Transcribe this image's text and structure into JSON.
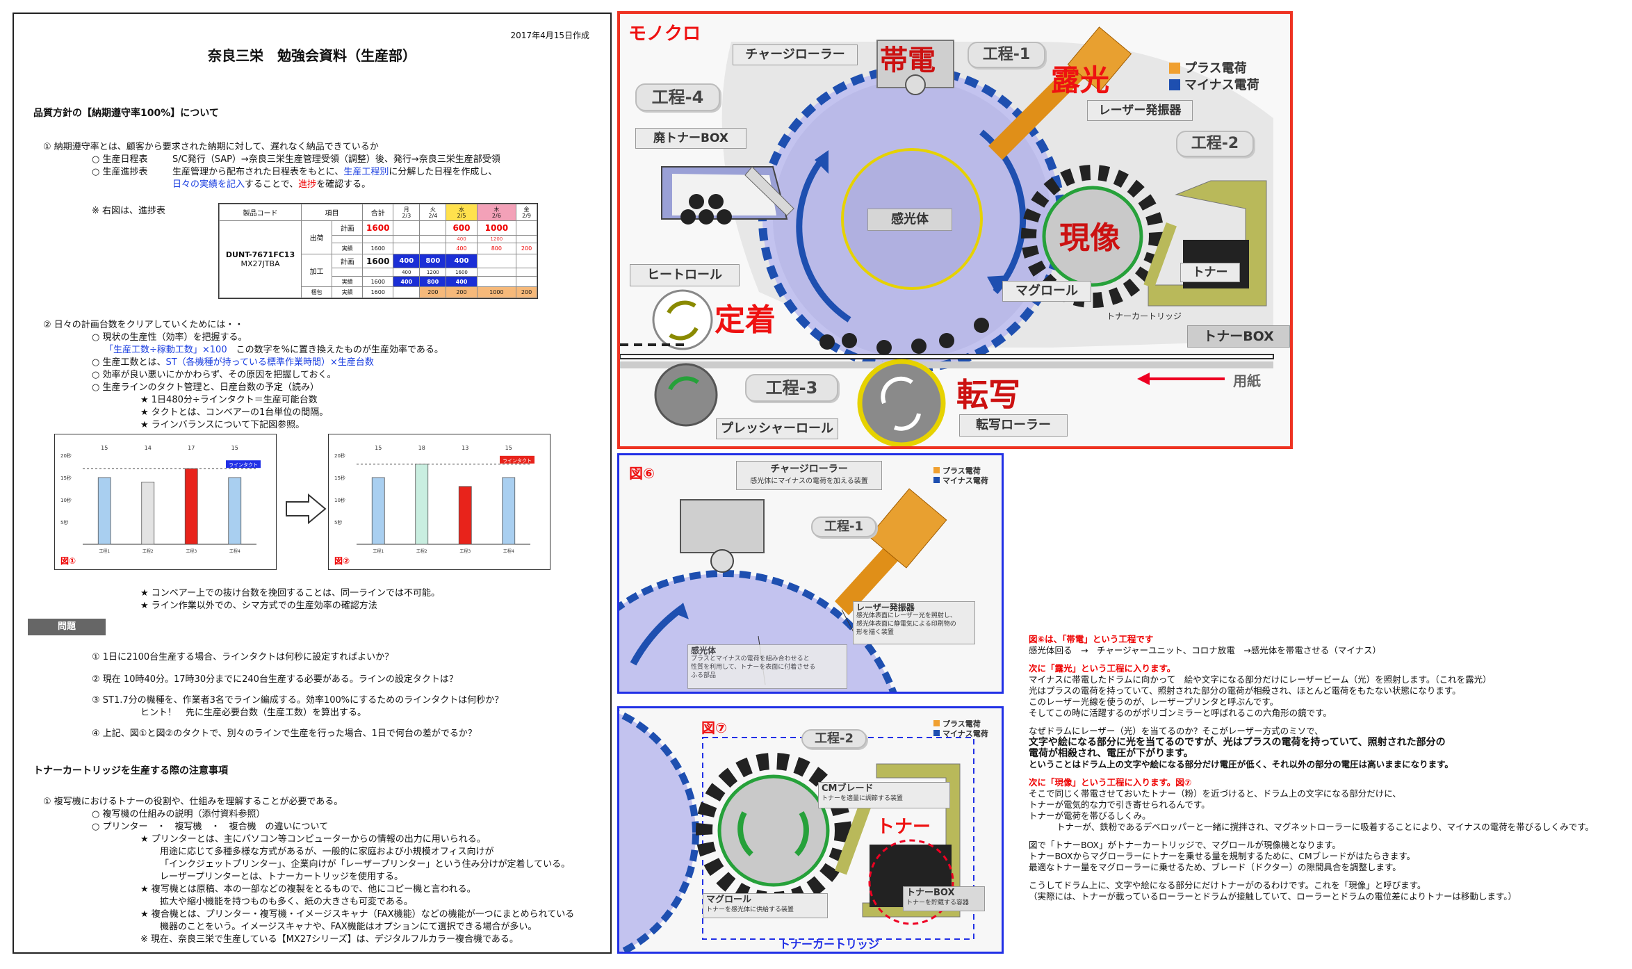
{
  "doc": {
    "date": "2017年4月15日作成",
    "title": "奈良三栄　勉強会資料（生産部）",
    "section1_title": "品質方針の【納期遵守率100%】について",
    "p1": "① 納期遵守率とは、顧客から要求された納期に対して、遅れなく納品できているか",
    "p1_a_head": "○ 生産日程表",
    "p1_a_body": "S/C発行（SAP）→奈良三栄生産管理受領（調整）後、発行→奈良三栄生産部受領",
    "p1_b_head": "○ 生産進捗表",
    "p1_b_body1": "生産管理から配布された日程表をもとに、",
    "p1_b_body1_blue": "生産工程別",
    "p1_b_body1_end": "に分解した日程を作成し、",
    "p1_b_body2_blue": "日々の実績を記入",
    "p1_b_body2_mid": "することで、",
    "p1_b_body2_red": "進捗",
    "p1_b_body2_end": "を確認する。",
    "note_right": "※ 右図は、進捗表",
    "table": {
      "h_code": "製品コード",
      "h_item": "項目",
      "h_total": "合計",
      "days": [
        "月\n2/3",
        "火\n2/4",
        "水\n2/5",
        "木\n2/6",
        "金\n2/9"
      ],
      "code1": "DUNT-7671FC13",
      "code2": "MX27JTBA",
      "g1": "出荷",
      "g2": "加工",
      "g3": "梱包",
      "r_plan": "計画",
      "r_act": "実績",
      "v1": "1600",
      "v2": "600",
      "v3": "1000",
      "v4": "1600",
      "v5": "400",
      "v6": "800",
      "v7": "400",
      "small": [
        "1600",
        "400",
        "1200",
        "1600",
        "400",
        "800",
        "1600",
        "200",
        "200",
        "1000",
        "200"
      ]
    },
    "p2": "② 日々の計画台数をクリアしていくためには・・",
    "p2_1": "○ 現状の生産性（効率）を把握する。",
    "p2_1b_blue": "「生産工数÷稼動工数」×100",
    "p2_1b_end": "　この数字を%に置き換えたものが生産効率である。",
    "p2_2_head": "○ 生産工数とは、",
    "p2_2_blue": "ST（各機種が持っている標準作業時間）×生産台数",
    "p2_3": "○ 効率が良い悪いにかかわらず、その原因を把握しておく。",
    "p2_4": "○ 生産ラインのタクト管理と、日産台数の予定（読み）",
    "p2_4a": "★ 1日480分÷ラインタクト＝生産可能台数",
    "p2_4b": "★ タクトとは、コンベアーの1台単位の間隔。",
    "p2_4c": "★ ラインバランスについて下記図参照。",
    "fig1_label": "図①",
    "fig2_label": "図②",
    "bar_tag": "ラインタクト",
    "p2_5": "★ コンベアー上での抜け台数を挽回することは、同一ラインでは不可能。",
    "p2_6": "★ ライン作業以外での、シマ方式での生産効率の確認方法",
    "q_title": "問題",
    "q1": "① 1日に2100台生産する場合、ラインタクトは何秒に設定すればよいか？",
    "q2": "② 現在 10時40分。17時30分までに240台生産する必要がある。ラインの設定タクトは？",
    "q3": "③ ST1.7分の機種を、作業者3名でライン編成する。効率100%にするためのラインタクトは何秒か？",
    "q3b": "ヒント！　先に生産必要台数（生産工数）を算出する。",
    "q4": "④ 上記、図①と図②のタクトで、別々のラインで生産を行った場合、1日で何台の差がでるか？",
    "section2_title": "トナーカートリッジを生産する際の注意事項",
    "s2_1": "① 複写機におけるトナーの役割や、仕組みを理解することが必要である。",
    "s2_2": "○ 複写機の仕組みの説明（添付資料参照）",
    "s2_3": "○ プリンター　・　複写機　・　複合機　の違いについて",
    "s2_4": "★ プリンターとは、主にパソコン等コンピューターからの情報の出力に用いられる。",
    "s2_5": "用途に応じて多種多様な方式があるが、一般的に家庭および小規模オフィス向けが",
    "s2_6": "「インクジェットプリンター」、企業向けが「レーザープリンター」という住み分けが定着している。",
    "s2_7": "レーザープリンターとは、トナーカートリッジを使用する。",
    "s2_8": "★ 複写機とは原稿、本の一部などの複製をとるもので、他にコピー機と言われる。",
    "s2_9": "拡大や縮小機能を持つものも多く、紙の大きさも可変である。",
    "s2_10": "★ 複合機とは、プリンター・複写機・イメージスキャナ（FAX機能）などの機能が一つにまとめられている",
    "s2_11": "機器のことをいう。イメージスキャナや、FAX機能はオプションにて選択できる場合が多い。",
    "s2_12": "※ 現在、奈良三栄で生産している【MX27シリーズ】は、デジタルフルカラー複合機である。"
  },
  "chart_data": [
    {
      "type": "bar",
      "title": "",
      "categories": [
        "工程1",
        "工程2",
        "工程3",
        "工程4"
      ],
      "values": [
        15,
        14,
        17,
        15
      ],
      "value_labels": [
        "15",
        "14",
        "17",
        "15"
      ],
      "colors": [
        "#a9cff0",
        "#e3e3e3",
        "#e8231b",
        "#a9cff0"
      ],
      "ylim": [
        0,
        20
      ],
      "yticks": [
        "20秒",
        "15秒",
        "10秒",
        "5秒"
      ],
      "line_value": 17
    },
    {
      "type": "bar",
      "title": "",
      "categories": [
        "工程1",
        "工程2",
        "工程3",
        "工程4"
      ],
      "values": [
        15,
        18,
        13,
        15
      ],
      "value_labels": [
        "15",
        "18",
        "13",
        "15"
      ],
      "colors": [
        "#a9cff0",
        "#c9eee0",
        "#e8231b",
        "#a9cff0"
      ],
      "ylim": [
        0,
        20
      ],
      "yticks": [
        "20秒",
        "15秒",
        "10秒",
        "5秒"
      ],
      "line_value": 18
    }
  ],
  "mono": {
    "title": "モノクロ",
    "charge_roller": "チャージローラー",
    "taiden": "帯電",
    "step1": "工程-1",
    "roko": "露光",
    "plus": "プラス電荷",
    "minus": "マイナス電荷",
    "plus_color": "#f0a030",
    "minus_color": "#1e4fb0",
    "step4": "工程-4",
    "laser": "レーザー発振器",
    "waste_box": "廃トナーBOX",
    "step2": "工程-2",
    "drum": "感光体",
    "genzo": "現像",
    "heat_roll": "ヒートロール",
    "mag_roll": "マグロール",
    "toner": "トナー",
    "teichaku": "定着",
    "cartridge": "トナーカートリッジ",
    "toner_box": "トナーBOX",
    "step3": "工程-3",
    "tensha": "転写",
    "paper": "用紙",
    "pressure_roll": "プレッシャーロール",
    "transfer_roller": "転写ローラー"
  },
  "fig6": {
    "label": "図⑥",
    "charge_roller": "チャージローラー",
    "charge_desc": "感光体にマイナスの電荷を加える装置",
    "plus": "プラス電荷",
    "minus": "マイナス電荷",
    "step1": "工程-1",
    "laser": "レーザー発振器",
    "laser_desc1": "感光体表面にレーザー光を照射し、",
    "laser_desc2": "感光体表面に静電気による印刷物の",
    "laser_desc3": "形を描く装置",
    "drum": "感光体",
    "drum_desc1": "プラスとマイナスの電荷を組み合わせると",
    "drum_desc2": "性質を利用して、トナーを表面に付着させる",
    "drum_desc3": "ふる部品"
  },
  "fig7": {
    "label": "図⑦",
    "plus": "プラス電荷",
    "minus": "マイナス電荷",
    "step2": "工程-2",
    "cm_blade": "CMブレード",
    "cm_desc": "トナーを適量に調節する装置",
    "toner": "トナー",
    "mag_roll": "マグロール",
    "mag_desc": "トナーを感光体に供給する装置",
    "toner_box": "トナーBOX",
    "toner_box_desc": "トナーを貯蔵する容器",
    "cartridge": "トナーカートリッジ"
  },
  "explain": {
    "l1": "図⑥は、「帯電」という工程です",
    "l2": "感光体回る　→　チャージャーユニット、コロナ放電　→感光体を帯電させる（マイナス）",
    "l3": "次に「露光」という工程に入ります。",
    "l4": "マイナスに帯電したドラムに向かって　絵や文字になる部分だけにレーザービーム（光）を照射します。（これを露光）",
    "l5": "光はプラスの電荷を持っていて、照射された部分の電荷が相殺され、ほとんど電荷をもたない状態になります。",
    "l6": "このレーザー光線を使うのが、レーザープリンタと呼ぶんです。",
    "l7": "そしてこの時に活躍するのがポリゴンミラーと呼ばれるこの六角形の鏡です。",
    "l8": "なぜドラムにレーザー（光）を当てるのか？そこがレーザー方式のミソで、",
    "l9": "文字や絵になる部分に光を当てるのですが、光はプラスの電荷を持っていて、照射された部分の",
    "l10": "電荷が相殺され、電圧が下がります。",
    "l11": "ということはドラム上の文字や絵になる部分だけ電圧が低く、それ以外の部分の電圧は高いままになります。",
    "l12": "次に「現像」という工程に入ります。図⑦",
    "l13": "そこで同じく帯電させておいたトナー（粉）を近づけると、ドラム上の文字になる部分だけに、",
    "l14": "トナーが電気的な力で引き寄せられるんです。",
    "l15": "トナーが電荷を帯びるしくみ。",
    "l16": "トナーが、鉄粉であるデベロッパーと一緒に撹拌され、マグネットローラーに吸着することにより、マイナスの電荷を帯びるしくみです。",
    "l17": "図で「トナーBOX」がトナーカートリッジで、マグロールが現像機となります。",
    "l18": "トナーBOXからマグローラーにトナーを乗せる量を規制するために、CMブレードがはたらきます。",
    "l19": "最適なトナー量をマグローラーに乗せるため、ブレード（ドクター）の隙間具合を調整します。",
    "l20": "こうしてドラム上に、文字や絵になる部分にだけトナーがのるわけです。これを「現像」と呼びます。",
    "l21": "（実際には、トナーが載っているローラーとドラムが接触していて、ローラーとドラムの電位差によりトナーは移動します。）"
  }
}
